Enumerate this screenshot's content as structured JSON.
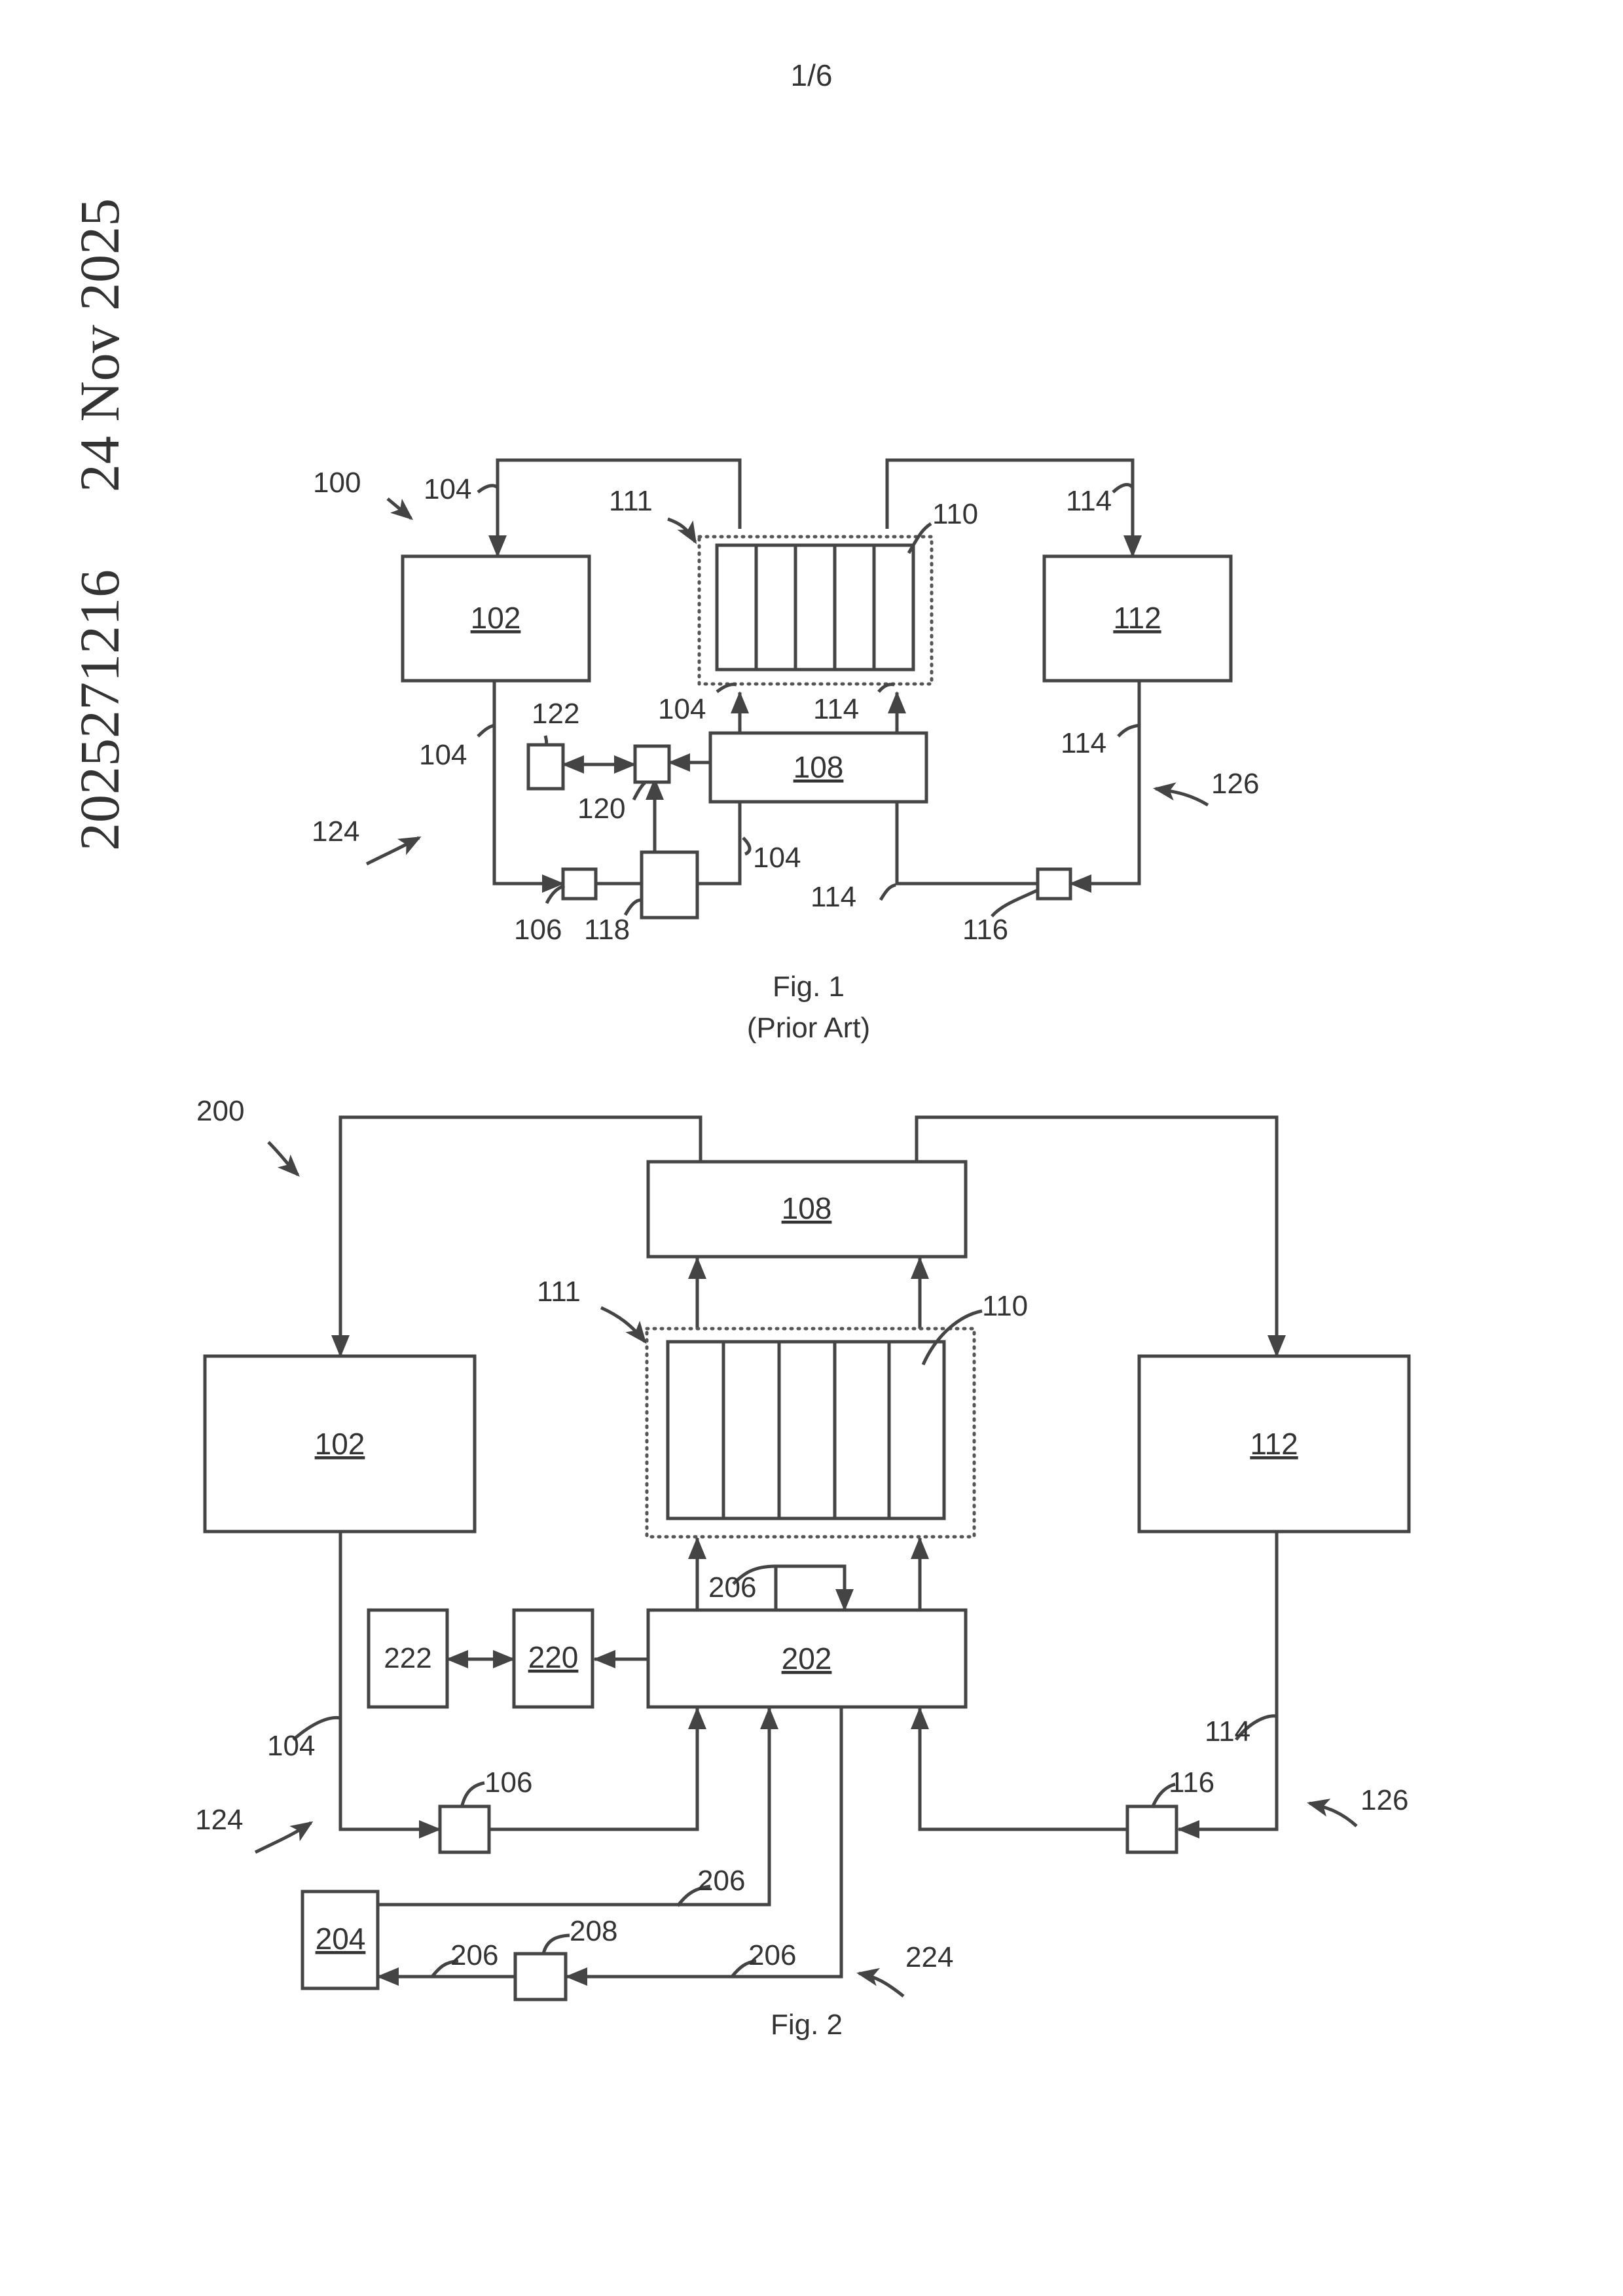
{
  "page": {
    "number": "1/6"
  },
  "side_text": {
    "date": "24 Nov 2025",
    "doc_number": "2025271216"
  },
  "fig1": {
    "caption": "Fig. 1",
    "caption_sub": "(Prior Art)",
    "ref_system": "100",
    "ref_left_loop": "124",
    "ref_right_loop": "126",
    "box_102": "102",
    "box_112": "112",
    "box_108": "108",
    "ref_stack": "110",
    "ref_enclosure": "111",
    "ref_104_top": "104",
    "ref_104_left": "104",
    "ref_104_inlet": "104",
    "ref_104_bottom": "104",
    "ref_114_top": "114",
    "ref_114_right": "114",
    "ref_114_inlet": "114",
    "ref_114_bottom": "114",
    "ref_106": "106",
    "ref_116": "116",
    "ref_118": "118",
    "ref_120": "120",
    "ref_122": "122"
  },
  "fig2": {
    "caption": "Fig. 2",
    "ref_system": "200",
    "ref_left_loop": "124",
    "ref_right_loop": "126",
    "ref_bottom_loop": "224",
    "box_102": "102",
    "box_112": "112",
    "box_108": "108",
    "box_202": "202",
    "box_204": "204",
    "box_220": "220",
    "box_222": "222",
    "ref_stack": "110",
    "ref_enclosure": "111",
    "ref_104": "104",
    "ref_114": "114",
    "ref_106": "106",
    "ref_116": "116",
    "ref_208": "208",
    "ref_206_top": "206",
    "ref_206_mid": "206",
    "ref_206_left": "206",
    "ref_206_right": "206"
  }
}
